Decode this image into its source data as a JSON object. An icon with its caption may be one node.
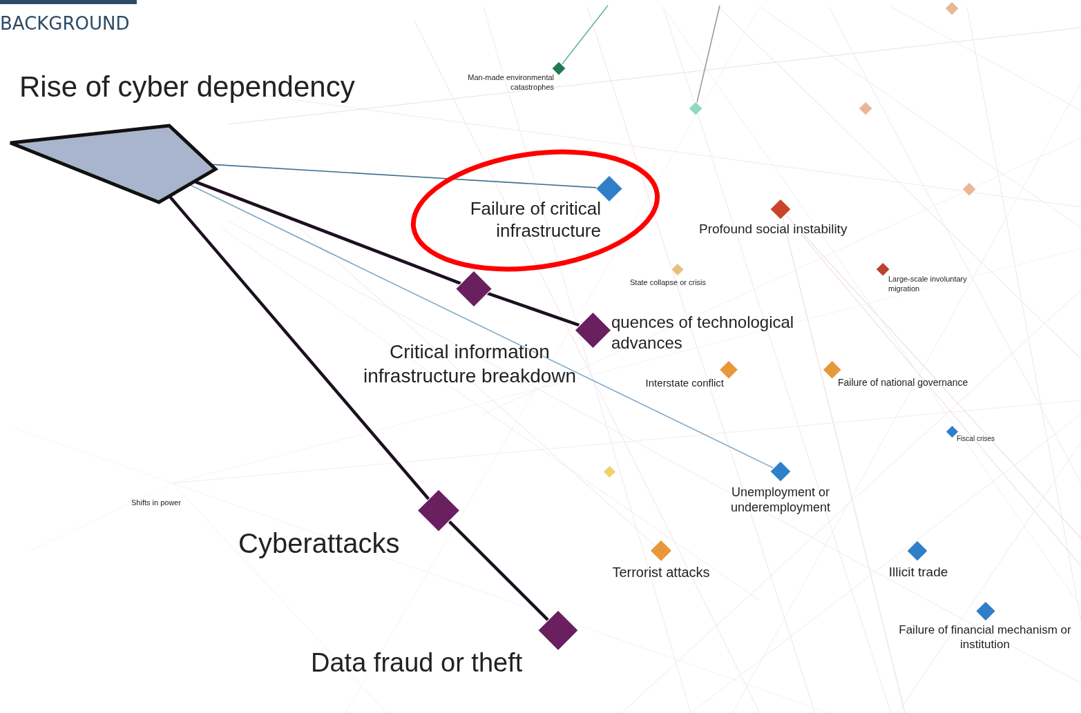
{
  "diagram": {
    "title": "BACKGROUND",
    "nodes": [
      {
        "text": [
          "Rise of cyber dependency"
        ]
      },
      {
        "text": [
          "Man-made environmental catastrophes"
        ]
      },
      {
        "text": [],
        "shape": "diamond"
      },
      {
        "text": [
          "Failure of critical infrastructure"
        ]
      },
      {
        "text": [],
        "shape": "diamond"
      },
      {
        "text": [],
        "shape": "diamond"
      },
      {
        "text": [
          "Profound social instability"
        ]
      },
      {
        "text": [
          "Critical information infrastructure breakdown"
        ]
      },
      {
        "text": [
          "State collapse or crisis"
        ]
      },
      {
        "text": [
          "Large-scale involuntary migration"
        ]
      },
      {
        "text": [
          "quences of technological advances"
        ]
      },
      {
        "text": [
          "Interstate conflict"
        ]
      },
      {
        "text": [
          "Failure of national governance"
        ]
      },
      {
        "text": [
          "Fiscal crises"
        ]
      },
      {
        "text": [
          "Shifts in power"
        ]
      },
      {
        "text": [],
        "shape": "diamond"
      },
      {
        "text": [
          "Unemployment or underemployment"
        ]
      },
      {
        "text": [
          "Cyberattacks"
        ]
      },
      {
        "text": [
          "Terrorist attacks"
        ]
      },
      {
        "text": [
          "Illicit trade"
        ]
      },
      {
        "text": [
          "Failure of financial mechanism or institution"
        ]
      },
      {
        "text": [
          "Data fraud or theft"
        ]
      },
      {
        "text": [],
        "shape": "diamond"
      }
    ],
    "edges": [
      {
        "from": 0,
        "to": 3,
        "arrow": "none",
        "color": "#3f7090"
      },
      {
        "from": 0,
        "to": 7,
        "arrow": "none",
        "style": "thick"
      },
      {
        "from": 7,
        "to": 10,
        "arrow": "none",
        "style": "thick"
      },
      {
        "from": 0,
        "to": 17,
        "arrow": "none",
        "style": "thick"
      },
      {
        "from": 17,
        "to": 21,
        "arrow": "none",
        "style": "thick"
      },
      {
        "from": 0,
        "to": 16,
        "arrow": "none",
        "color": "#7fa8c8"
      },
      {
        "from": 1,
        "to": null,
        "arrow": "none",
        "color": "#5fb89a"
      },
      {
        "from": 2,
        "to": null,
        "arrow": "none",
        "color": "#9a9a9a"
      }
    ]
  }
}
